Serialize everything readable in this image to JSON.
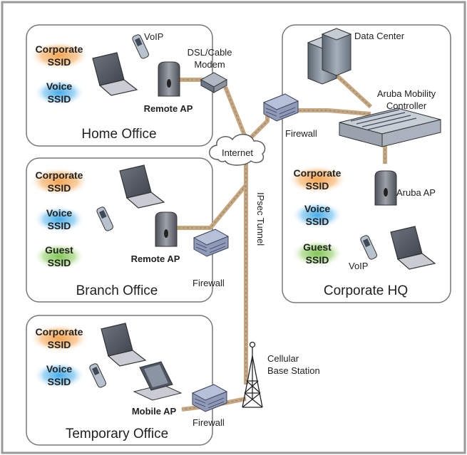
{
  "colors": {
    "frame": "#9a9a9a",
    "office_border": "#777777",
    "link": "#c9a67c",
    "link_inner": "#8e8e8e",
    "corporate_ssid": "#f5a04a",
    "voice_ssid": "#3aa7e8",
    "guest_ssid": "#79c24a",
    "firewall": "#8e9ab8"
  },
  "home_office": {
    "title": "Home Office",
    "corporate_ssid": [
      "Corporate",
      "SSID"
    ],
    "voice_ssid": [
      "Voice",
      "SSID"
    ],
    "voip_label": "VoIP",
    "remote_ap_label": "Remote AP"
  },
  "modem": {
    "label": [
      "DSL/Cable",
      "Modem"
    ]
  },
  "internet": {
    "label": "Internet"
  },
  "branch_office": {
    "title": "Branch Office",
    "corporate_ssid": [
      "Corporate",
      "SSID"
    ],
    "voice_ssid": [
      "Voice",
      "SSID"
    ],
    "guest_ssid": [
      "Guest",
      "SSID"
    ],
    "remote_ap_label": "Remote AP",
    "firewall_label": "Firewall"
  },
  "ipsec": {
    "label": "IPsec Tunnel"
  },
  "temporary_office": {
    "title": "Temporary Office",
    "corporate_ssid": [
      "Corporate",
      "SSID"
    ],
    "voice_ssid": [
      "Voice",
      "SSID"
    ],
    "mobile_ap_label": "Mobile AP",
    "firewall_label": "Firewall"
  },
  "cellular": {
    "label": [
      "Cellular",
      "Base Station"
    ]
  },
  "corporate_hq": {
    "title": "Corporate HQ",
    "data_center_label": "Data Center",
    "controller_label": [
      "Aruba Mobility",
      "Controller"
    ],
    "firewall_label": "Firewall",
    "corporate_ssid": [
      "Corporate",
      "SSID"
    ],
    "voice_ssid": [
      "Voice",
      "SSID"
    ],
    "guest_ssid": [
      "Guest",
      "SSID"
    ],
    "aruba_ap_label": "Aruba AP",
    "voip_label": "VoIP"
  }
}
